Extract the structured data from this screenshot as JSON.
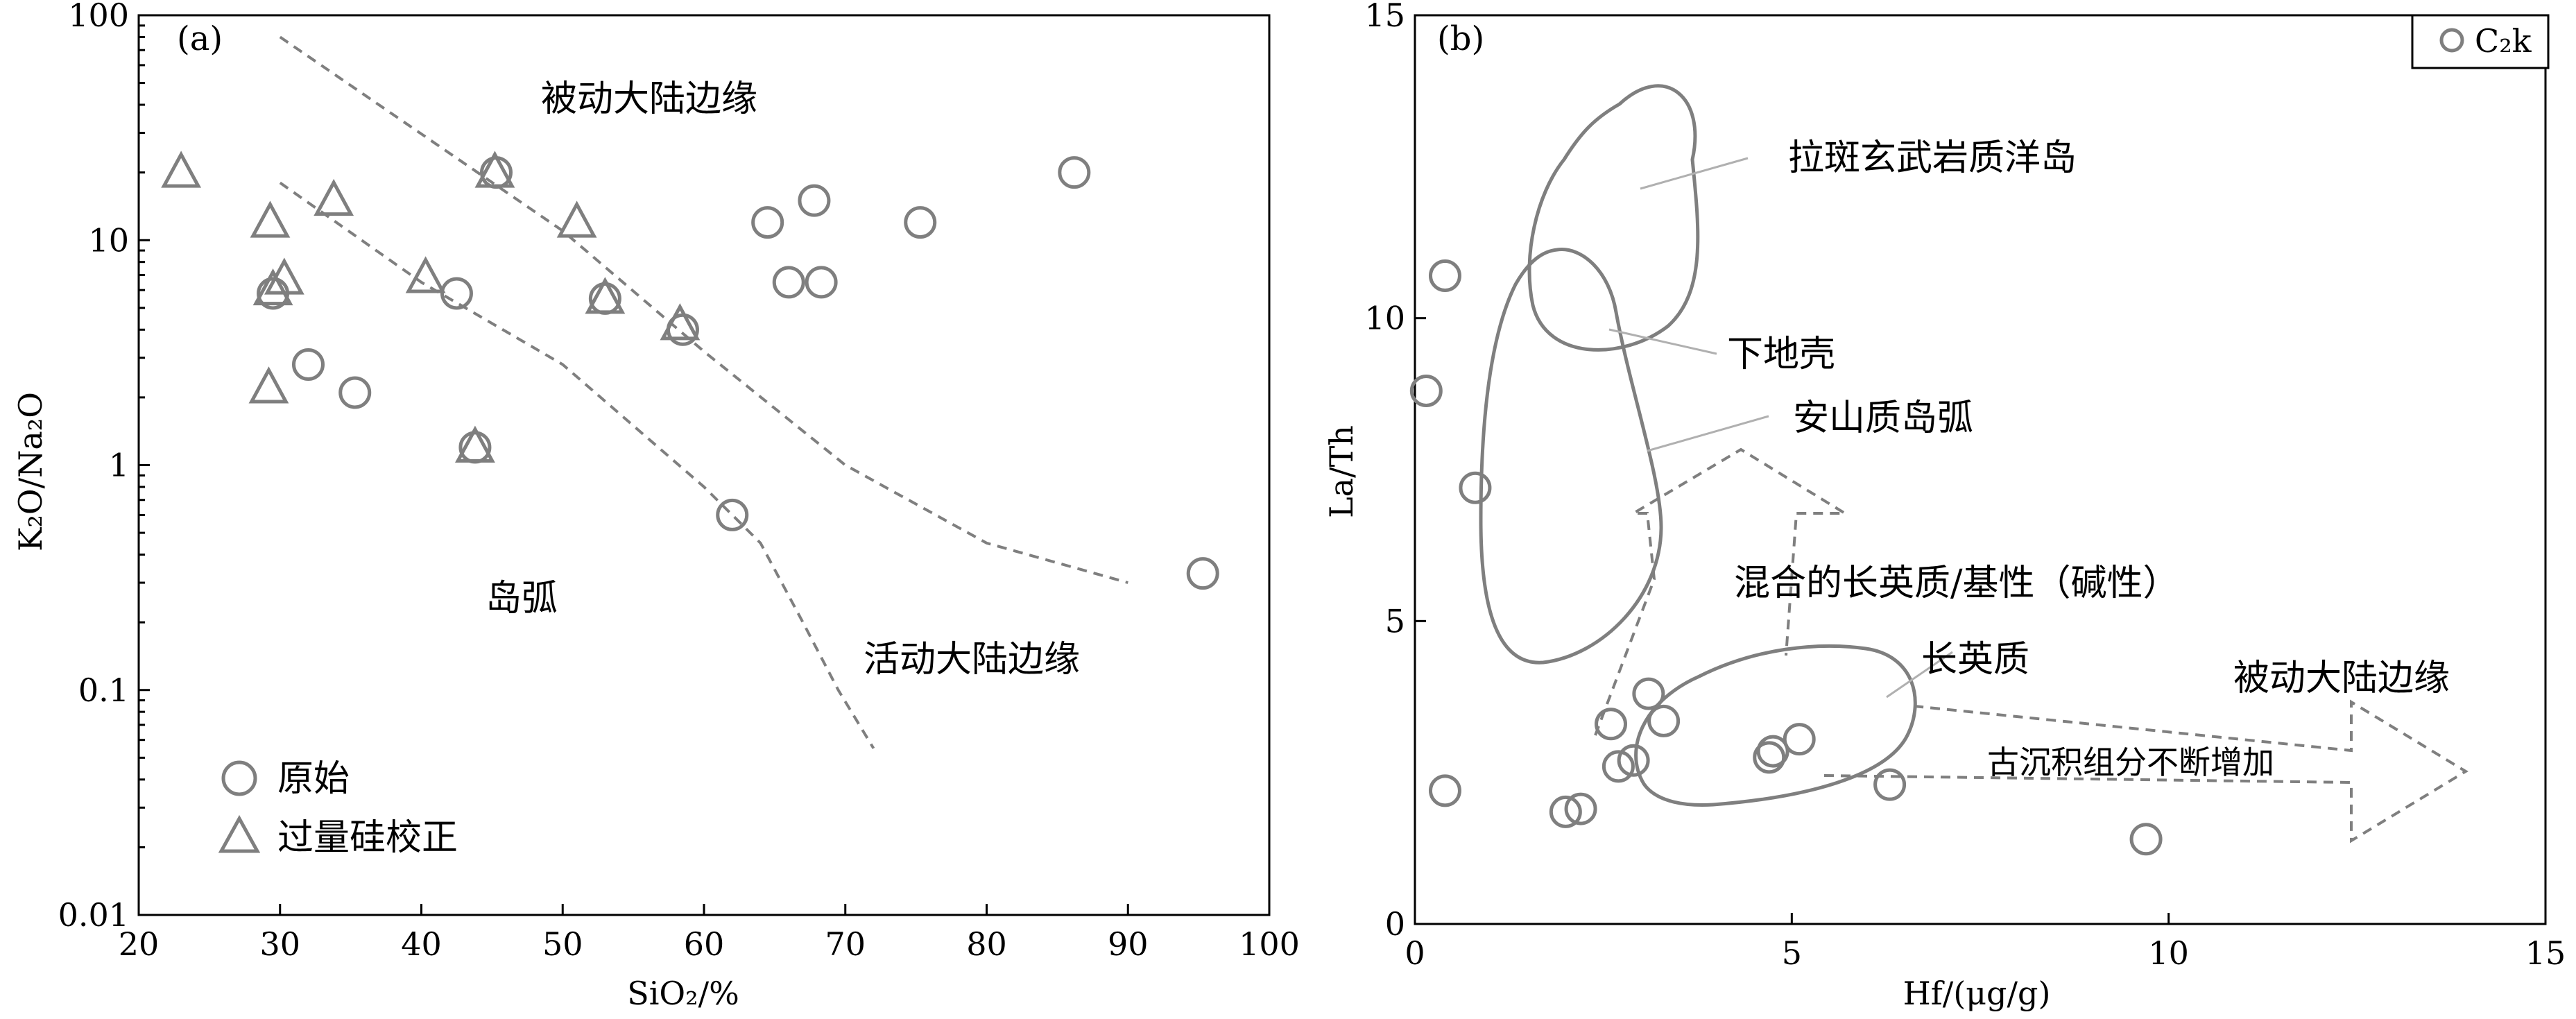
{
  "chart_data": [
    {
      "type": "scatter",
      "panel_label": "(a)",
      "xlabel": "SiO₂/%",
      "ylabel": "K₂O/Na₂O",
      "xlim": [
        20,
        100
      ],
      "ylim": [
        0.01,
        100
      ],
      "yscale": "log",
      "xticks": [
        "20",
        "30",
        "40",
        "50",
        "60",
        "70",
        "80",
        "90",
        "100"
      ],
      "yticks": [
        "0.01",
        "0.1",
        "1",
        "10",
        "100"
      ],
      "legend": {
        "placement": "bottom-left",
        "items": [
          "原始",
          "过量硅校正"
        ]
      },
      "series": [
        {
          "name": "原始",
          "marker": "circle",
          "points": [
            [
              29.5,
              5.8
            ],
            [
              32,
              2.8
            ],
            [
              35.3,
              2.1
            ],
            [
              42.5,
              5.8
            ],
            [
              43.8,
              1.2
            ],
            [
              45.3,
              20
            ],
            [
              53,
              5.5
            ],
            [
              58.5,
              4.0
            ],
            [
              62,
              0.6
            ],
            [
              64.5,
              12
            ],
            [
              66,
              6.5
            ],
            [
              67.8,
              15
            ],
            [
              68.3,
              6.5
            ],
            [
              75.3,
              12
            ],
            [
              86.2,
              20
            ],
            [
              95.3,
              0.33
            ]
          ]
        },
        {
          "name": "过量硅校正",
          "marker": "triangle",
          "points": [
            [
              23,
              20
            ],
            [
              29.3,
              12
            ],
            [
              29.5,
              6.0
            ],
            [
              30.3,
              6.7
            ],
            [
              33.8,
              15
            ],
            [
              29.2,
              2.2
            ],
            [
              40.3,
              6.8
            ],
            [
              43.8,
              1.2
            ],
            [
              45.2,
              20
            ],
            [
              51,
              12
            ],
            [
              53,
              5.5
            ],
            [
              58.3,
              4.2
            ]
          ]
        }
      ],
      "boundaries": [
        {
          "points": [
            [
              30,
              80
            ],
            [
              50,
              11
            ],
            [
              60,
              3.2
            ],
            [
              70,
              1.0
            ],
            [
              80,
              0.45
            ],
            [
              90,
              0.3
            ]
          ]
        },
        {
          "points": [
            [
              30,
              18
            ],
            [
              40,
              6.5
            ],
            [
              50,
              2.8
            ],
            [
              60,
              0.8
            ],
            [
              64,
              0.45
            ],
            [
              67,
              0.2
            ],
            [
              69.5,
              0.1
            ],
            [
              72,
              0.055
            ]
          ]
        }
      ],
      "annotations": [
        "被动大陆边缘",
        "岛弧",
        "活动大陆边缘"
      ]
    },
    {
      "type": "scatter",
      "panel_label": "(b)",
      "xlabel": "Hf/(μg/g)",
      "ylabel": "La/Th",
      "xlim": [
        0,
        15
      ],
      "ylim": [
        0,
        15
      ],
      "xticks": [
        "0",
        "5",
        "10",
        "15"
      ],
      "yticks": [
        "0",
        "5",
        "10",
        "15"
      ],
      "legend": {
        "placement": "top-right",
        "items": [
          "C₂k"
        ]
      },
      "series": [
        {
          "name": "C₂k",
          "marker": "circle",
          "points": [
            [
              0.4,
              10.7
            ],
            [
              0.15,
              8.8
            ],
            [
              0.8,
              7.2
            ],
            [
              0.4,
              2.2
            ],
            [
              2.0,
              1.85
            ],
            [
              2.2,
              1.9
            ],
            [
              2.6,
              3.3
            ],
            [
              2.7,
              2.6
            ],
            [
              2.9,
              2.7
            ],
            [
              3.1,
              3.8
            ],
            [
              3.3,
              3.35
            ],
            [
              4.7,
              2.75
            ],
            [
              4.75,
              2.85
            ],
            [
              5.1,
              3.05
            ],
            [
              6.3,
              2.3
            ],
            [
              9.7,
              1.4
            ]
          ]
        }
      ],
      "fields": [
        "拉斑玄武岩质洋岛",
        "下地壳",
        "安山质岛弧",
        "长英质"
      ],
      "annotations": [
        "混合的长英质/基性（碱性）",
        "被动大陆边缘",
        "古沉积组分不断增加"
      ]
    }
  ],
  "text": {
    "a": {
      "region_passive": "被动大陆边缘",
      "region_arc": "岛弧",
      "region_active": "活动大陆边缘"
    },
    "b": {
      "field_oib": "拉斑玄武岩质洋岛",
      "field_lower_crust": "下地壳",
      "field_andesitic_arc": "安山质岛弧",
      "field_felsic": "长英质",
      "mixed": "混合的长英质/基性（碱性）",
      "passive": "被动大陆边缘",
      "trend": "古沉积组分不断增加"
    }
  },
  "colors": {
    "marker": "#7f7f7f",
    "axes": "#000000",
    "leader": "#b0b0b0"
  }
}
